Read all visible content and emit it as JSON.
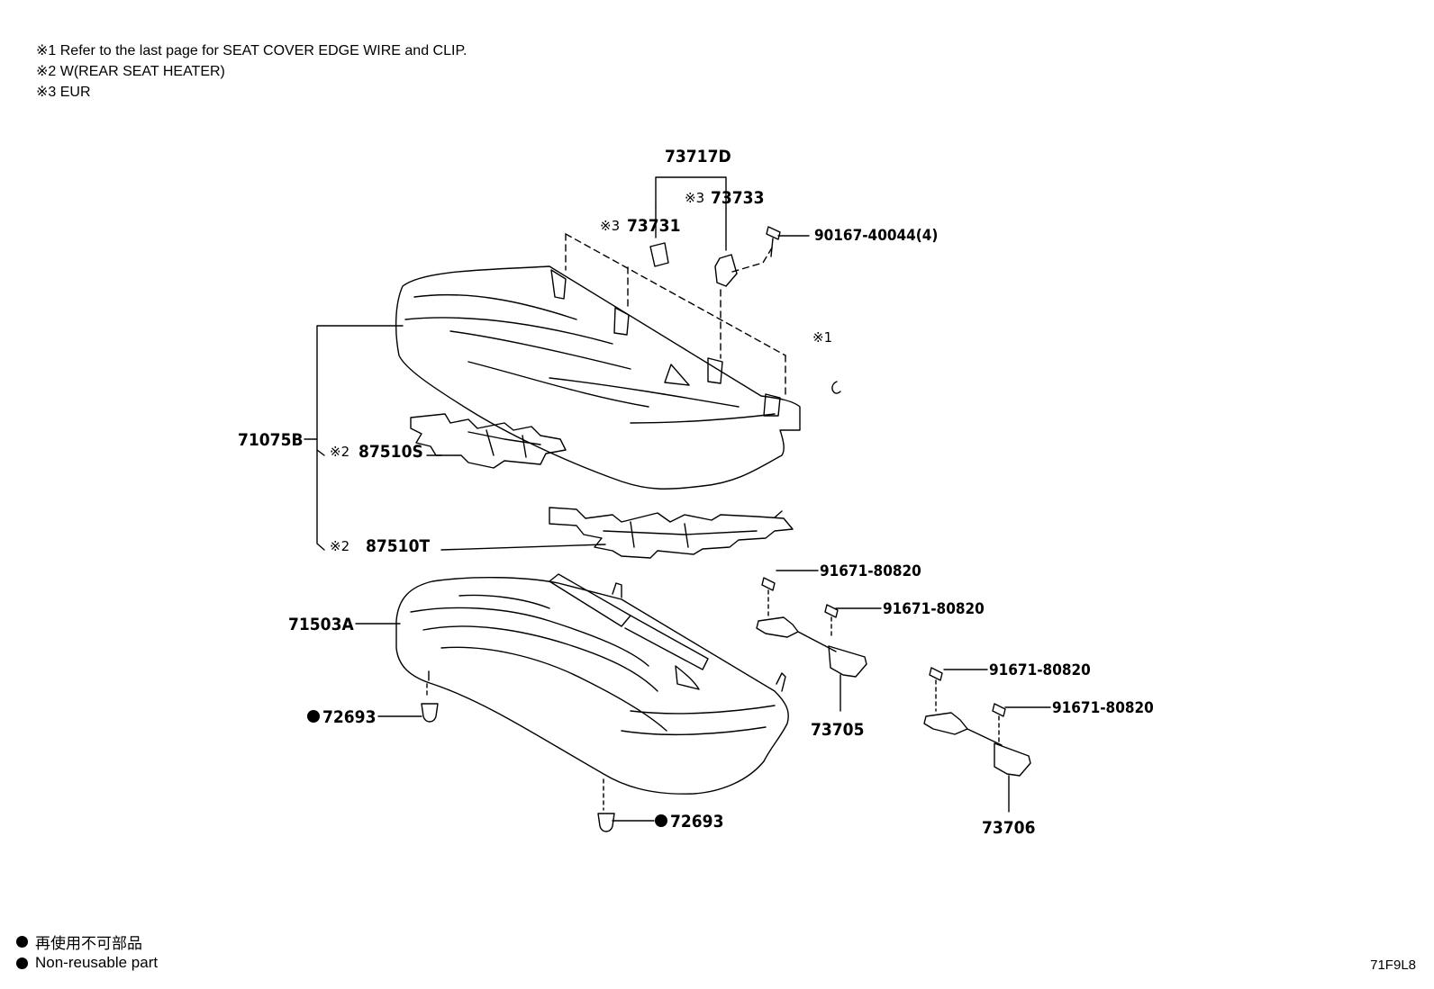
{
  "notes": [
    "※1 Refer to the last page for SEAT COVER EDGE WIRE and CLIP.",
    "※2 W(REAR SEAT HEATER)",
    "※3 EUR"
  ],
  "legend": {
    "jp": "再使用不可部品",
    "en": "Non-reusable part"
  },
  "diagram_code": "71F9L8",
  "callouts": {
    "p73717D": "73717D",
    "p73733": "73733",
    "p73731": "73731",
    "p90167": "90167-40044(4)",
    "p71075B": "71075B",
    "p87510S": "87510S",
    "p87510T": "87510T",
    "p71503A": "71503A",
    "p72693a": "72693",
    "p72693b": "72693",
    "p91671a": "91671-80820",
    "p91671b": "91671-80820",
    "p91671c": "91671-80820",
    "p91671d": "91671-80820",
    "p73705": "73705",
    "p73706": "73706"
  },
  "marks": {
    "m3": "※3",
    "m2": "※2",
    "m1": "※1"
  }
}
